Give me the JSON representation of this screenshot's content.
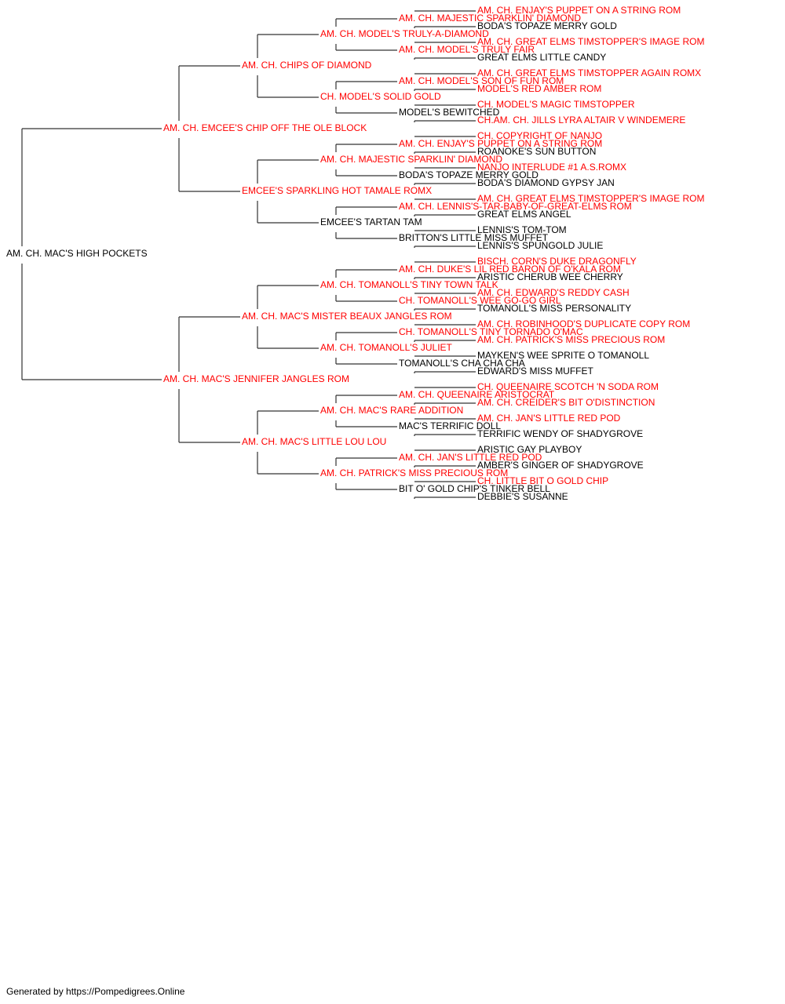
{
  "colors": {
    "champion": "#ff0000",
    "normal": "#000000",
    "line": "#333333"
  },
  "footer": "Generated by https://Pompedigrees.Online",
  "pedigree": [
    {
      "g": 1,
      "i": 0,
      "name": "AM. CH. MAC'S HIGH POCKETS",
      "ch": false
    },
    {
      "g": 2,
      "i": 0,
      "name": "AM. CH. EMCEE'S CHIP OFF THE OLE BLOCK",
      "ch": true
    },
    {
      "g": 2,
      "i": 1,
      "name": "AM. CH. MAC'S JENNIFER JANGLES ROM",
      "ch": true
    },
    {
      "g": 3,
      "i": 0,
      "name": "AM. CH. CHIPS OF DIAMOND",
      "ch": true
    },
    {
      "g": 3,
      "i": 1,
      "name": "EMCEE'S SPARKLING HOT TAMALE ROMX",
      "ch": true
    },
    {
      "g": 3,
      "i": 2,
      "name": "AM. CH. MAC'S MISTER BEAUX JANGLES ROM",
      "ch": true
    },
    {
      "g": 3,
      "i": 3,
      "name": "AM. CH. MAC'S LITTLE LOU LOU",
      "ch": true
    },
    {
      "g": 4,
      "i": 0,
      "name": "AM. CH. MODEL'S TRULY-A-DIAMOND",
      "ch": true
    },
    {
      "g": 4,
      "i": 1,
      "name": "CH. MODEL'S SOLID GOLD",
      "ch": true
    },
    {
      "g": 4,
      "i": 2,
      "name": "AM. CH. MAJESTIC SPARKLIN' DIAMOND",
      "ch": true
    },
    {
      "g": 4,
      "i": 3,
      "name": "EMCEE'S TARTAN TAM",
      "ch": false
    },
    {
      "g": 4,
      "i": 4,
      "name": "AM. CH. TOMANOLL'S TINY TOWN TALK",
      "ch": true
    },
    {
      "g": 4,
      "i": 5,
      "name": "AM. CH. TOMANOLL'S JULIET",
      "ch": true
    },
    {
      "g": 4,
      "i": 6,
      "name": "AM. CH. MAC'S RARE ADDITION",
      "ch": true
    },
    {
      "g": 4,
      "i": 7,
      "name": "AM. CH. PATRICK'S MISS PRECIOUS ROM",
      "ch": true
    },
    {
      "g": 5,
      "i": 0,
      "name": "AM. CH. MAJESTIC SPARKLIN' DIAMOND",
      "ch": true
    },
    {
      "g": 5,
      "i": 1,
      "name": "AM. CH. MODEL'S TRULY FAIR",
      "ch": true
    },
    {
      "g": 5,
      "i": 2,
      "name": "AM. CH. MODEL'S SON OF FUN ROM",
      "ch": true
    },
    {
      "g": 5,
      "i": 3,
      "name": "MODEL'S BEWITCHED",
      "ch": false
    },
    {
      "g": 5,
      "i": 4,
      "name": "AM. CH. ENJAY'S PUPPET ON A STRING ROM",
      "ch": true
    },
    {
      "g": 5,
      "i": 5,
      "name": "BODA'S TOPAZE MERRY GOLD",
      "ch": false
    },
    {
      "g": 5,
      "i": 6,
      "name": "AM. CH. LENNIS'S-TAR-BABY-OF-GREAT-ELMS ROM",
      "ch": true
    },
    {
      "g": 5,
      "i": 7,
      "name": "BRITTON'S LITTLE MISS MUFFET",
      "ch": false
    },
    {
      "g": 5,
      "i": 8,
      "name": "AM. CH. DUKE'S LIL RED BARON OF O'KALA ROM",
      "ch": true
    },
    {
      "g": 5,
      "i": 9,
      "name": "CH. TOMANOLL'S WEE GO-GO GIRL",
      "ch": true
    },
    {
      "g": 5,
      "i": 10,
      "name": "CH. TOMANOLL'S TINY TORNADO O'MAC",
      "ch": true
    },
    {
      "g": 5,
      "i": 11,
      "name": "TOMANOLL'S CHA CHA CHA",
      "ch": false
    },
    {
      "g": 5,
      "i": 12,
      "name": "AM. CH. QUEENAIRE ARISTOCRAT",
      "ch": true
    },
    {
      "g": 5,
      "i": 13,
      "name": "MAC'S TERRIFIC DOLL",
      "ch": false
    },
    {
      "g": 5,
      "i": 14,
      "name": "AM. CH. JAN'S LITTLE RED POD",
      "ch": true
    },
    {
      "g": 5,
      "i": 15,
      "name": "BIT O' GOLD CHIP'S TINKER BELL",
      "ch": false
    },
    {
      "g": 6,
      "i": 0,
      "name": "AM. CH. ENJAY'S PUPPET ON A STRING ROM",
      "ch": true
    },
    {
      "g": 6,
      "i": 1,
      "name": "BODA'S TOPAZE MERRY GOLD",
      "ch": false
    },
    {
      "g": 6,
      "i": 2,
      "name": "AM. CH. GREAT ELMS TIMSTOPPER'S IMAGE ROM",
      "ch": true
    },
    {
      "g": 6,
      "i": 3,
      "name": "GREAT ELMS LITTLE CANDY",
      "ch": false
    },
    {
      "g": 6,
      "i": 4,
      "name": "AM. CH. GREAT ELMS TIMSTOPPER AGAIN ROMX",
      "ch": true
    },
    {
      "g": 6,
      "i": 5,
      "name": "MODEL'S RED AMBER ROM",
      "ch": true
    },
    {
      "g": 6,
      "i": 6,
      "name": "CH. MODEL'S MAGIC TIMSTOPPER",
      "ch": true
    },
    {
      "g": 6,
      "i": 7,
      "name": "CH.AM. CH. JILLS LYRA ALTAIR V WINDEMERE",
      "ch": true
    },
    {
      "g": 6,
      "i": 8,
      "name": "CH. COPYRIGHT OF NANJO",
      "ch": true
    },
    {
      "g": 6,
      "i": 9,
      "name": "ROANOKE'S SUN BUTTON",
      "ch": false
    },
    {
      "g": 6,
      "i": 10,
      "name": "NANJO INTERLUDE #1 A.S.ROMX",
      "ch": true
    },
    {
      "g": 6,
      "i": 11,
      "name": "BODA'S DIAMOND GYPSY JAN",
      "ch": false
    },
    {
      "g": 6,
      "i": 12,
      "name": "AM. CH. GREAT ELMS TIMSTOPPER'S IMAGE ROM",
      "ch": true
    },
    {
      "g": 6,
      "i": 13,
      "name": "GREAT ELMS ANGEL",
      "ch": false
    },
    {
      "g": 6,
      "i": 14,
      "name": "LENNIS'S TOM-TOM",
      "ch": false
    },
    {
      "g": 6,
      "i": 15,
      "name": "LENNIS'S SPUNGOLD JULIE",
      "ch": false
    },
    {
      "g": 6,
      "i": 16,
      "name": "BISCH. CORN'S DUKE DRAGONFLY",
      "ch": true
    },
    {
      "g": 6,
      "i": 17,
      "name": "ARISTIC CHERUB WEE CHERRY",
      "ch": false
    },
    {
      "g": 6,
      "i": 18,
      "name": "AM. CH. EDWARD'S REDDY CASH",
      "ch": true
    },
    {
      "g": 6,
      "i": 19,
      "name": "TOMANOLL'S MISS PERSONALITY",
      "ch": false
    },
    {
      "g": 6,
      "i": 20,
      "name": "AM. CH. ROBINHOOD'S DUPLICATE COPY ROM",
      "ch": true
    },
    {
      "g": 6,
      "i": 21,
      "name": "AM. CH. PATRICK'S MISS PRECIOUS ROM",
      "ch": true
    },
    {
      "g": 6,
      "i": 22,
      "name": "MAYKEN'S WEE SPRITE O TOMANOLL",
      "ch": false
    },
    {
      "g": 6,
      "i": 23,
      "name": "EDWARD'S MISS MUFFET",
      "ch": false
    },
    {
      "g": 6,
      "i": 24,
      "name": "CH. QUEENAIRE SCOTCH 'N SODA ROM",
      "ch": true
    },
    {
      "g": 6,
      "i": 25,
      "name": "AM. CH. CREIDER'S BIT O'DISTINCTION",
      "ch": true
    },
    {
      "g": 6,
      "i": 26,
      "name": "AM. CH. JAN'S LITTLE RED POD",
      "ch": true
    },
    {
      "g": 6,
      "i": 27,
      "name": "TERRIFIC WENDY OF SHADYGROVE",
      "ch": false
    },
    {
      "g": 6,
      "i": 28,
      "name": "ARISTIC GAY PLAYBOY",
      "ch": false
    },
    {
      "g": 6,
      "i": 29,
      "name": "AMBER'S GINGER OF SHADYGROVE",
      "ch": false
    },
    {
      "g": 6,
      "i": 30,
      "name": "CH. LITTLE BIT O GOLD CHIP",
      "ch": true
    },
    {
      "g": 6,
      "i": 31,
      "name": "DEBBIE'S SUSANNE",
      "ch": false
    }
  ]
}
